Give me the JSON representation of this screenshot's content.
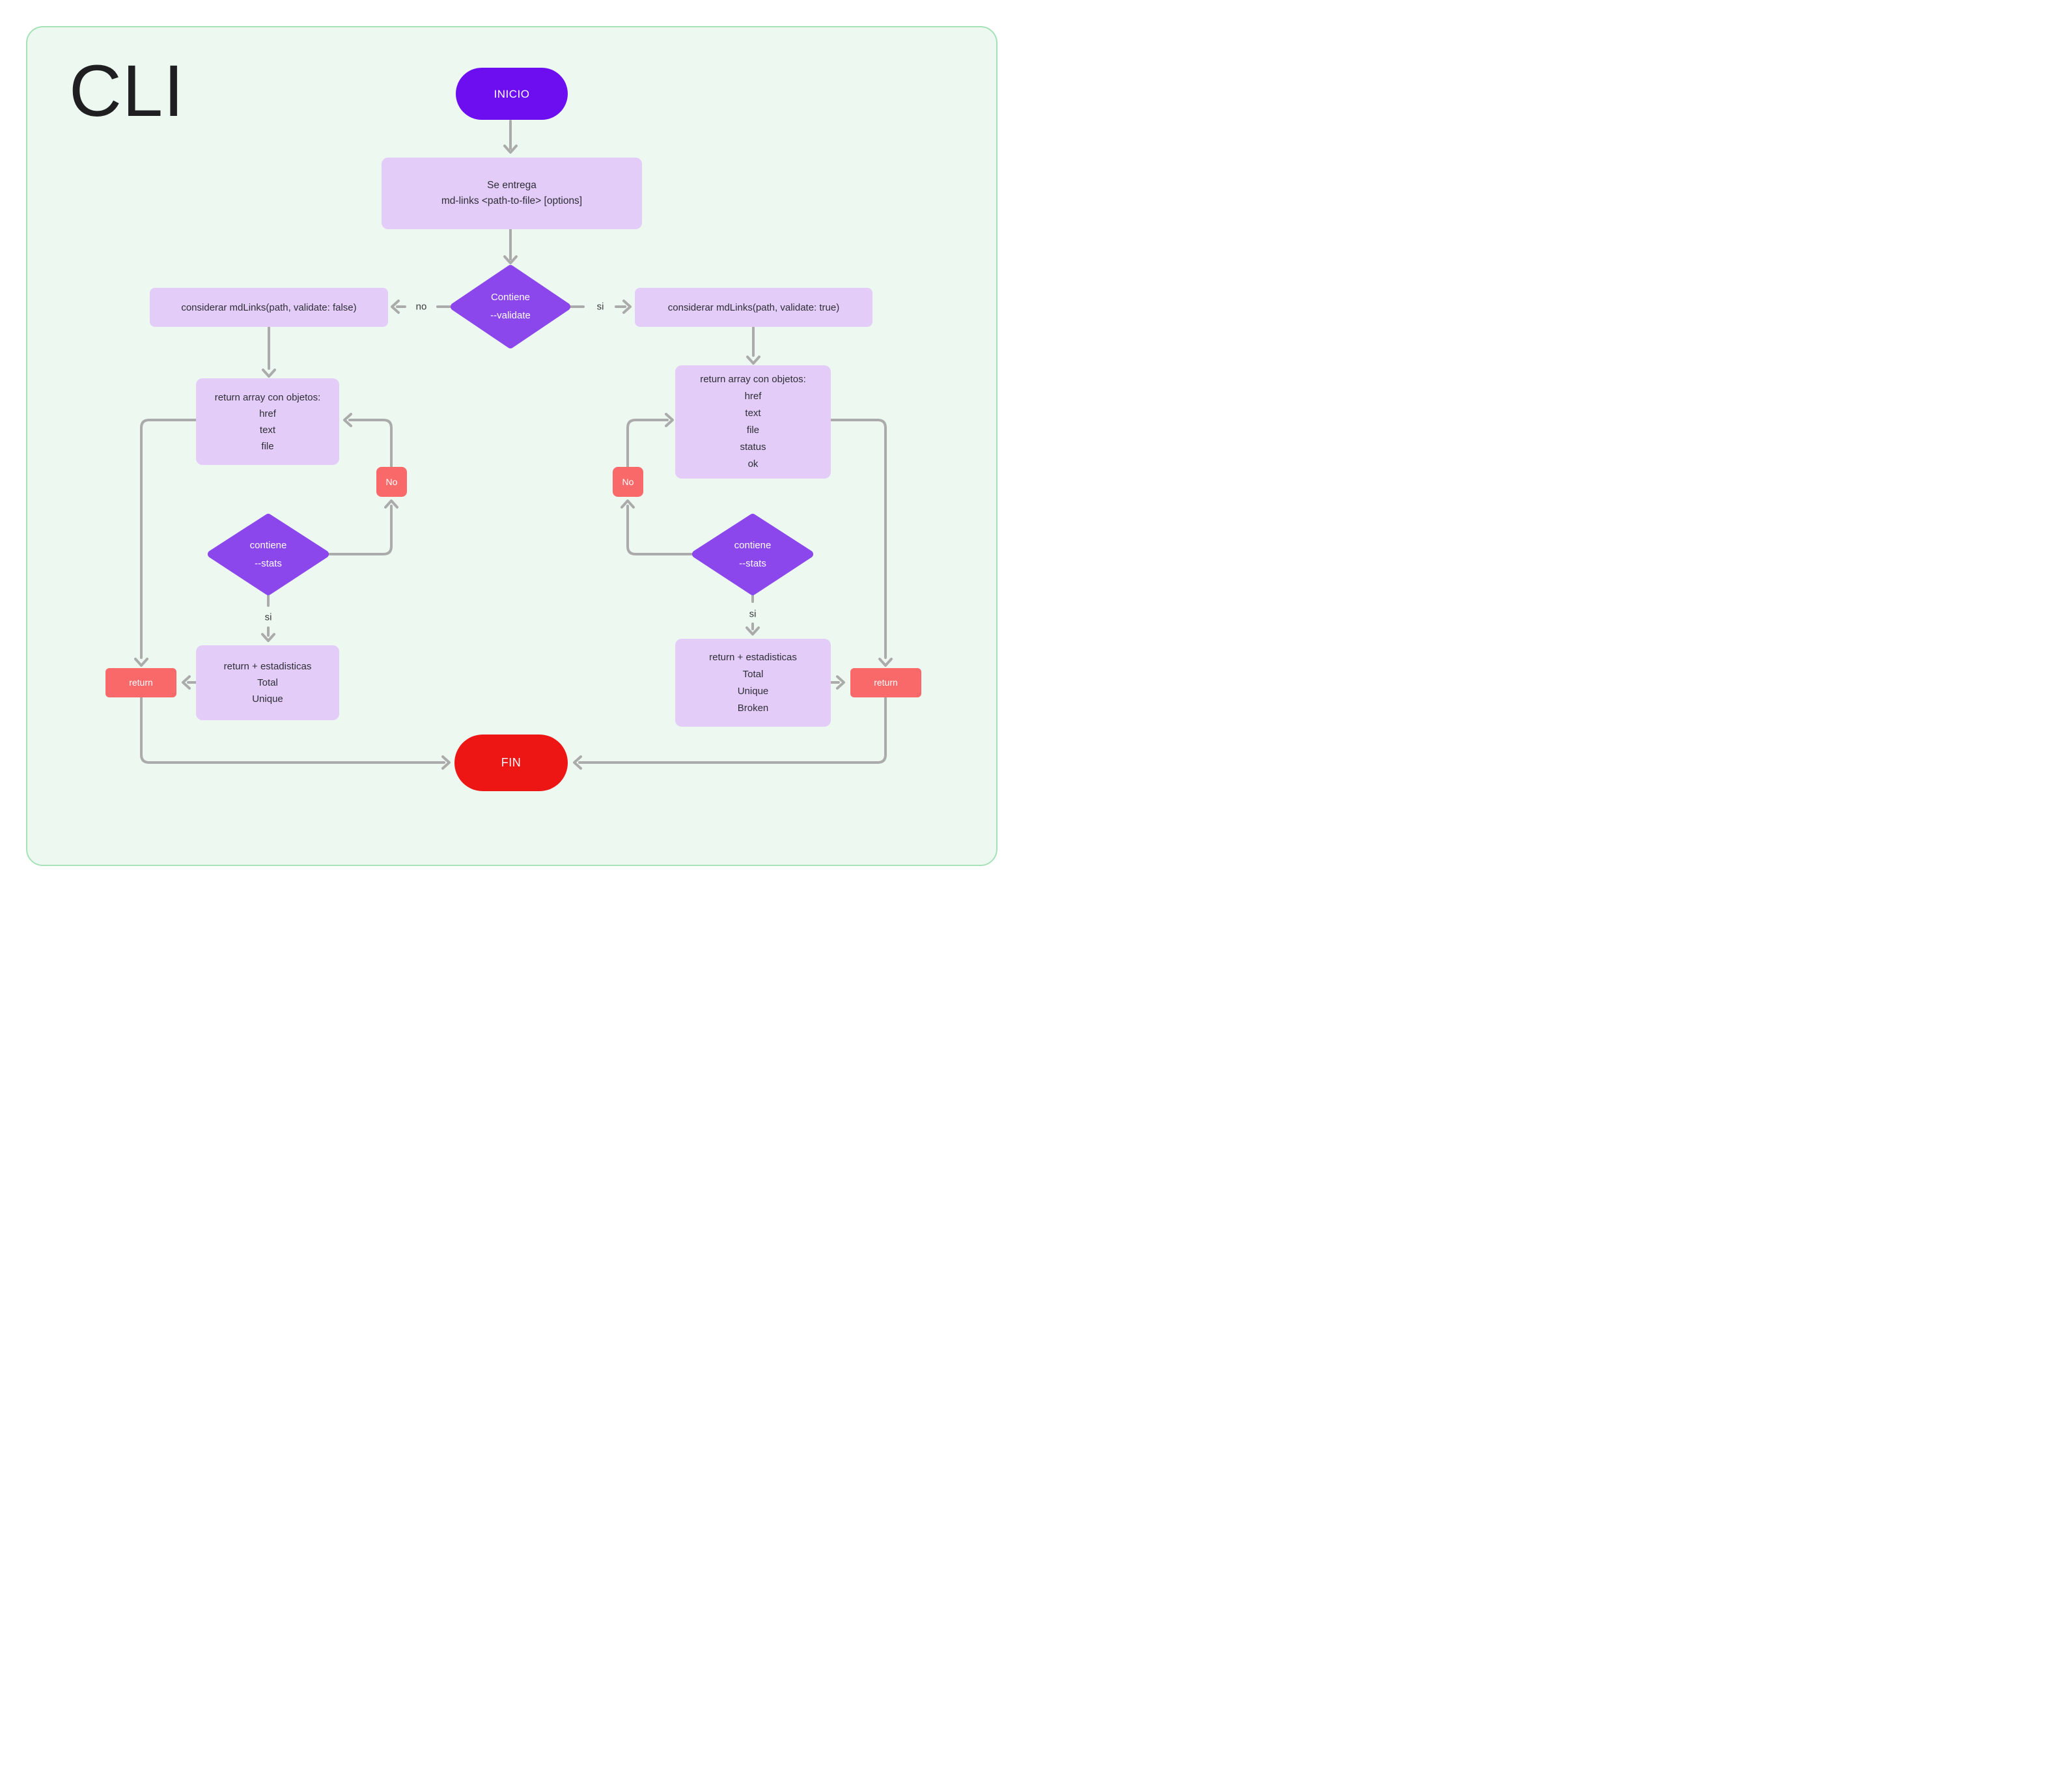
{
  "title": "CLI",
  "colors": {
    "panel_bg": "#ecf8f0",
    "panel_border": "#a5e2b8",
    "start_fill": "#6d0ef1",
    "decision_fill": "#8b46ec",
    "process_fill": "#e4ccf8",
    "tag_fill": "#f9696a",
    "end_fill": "#ee1515",
    "edge": "#ababab",
    "text_dark": "#2e2e36"
  },
  "nodes": {
    "start": "INICIO",
    "input": [
      "Se entrega",
      "md-links <path-to-file> [options]"
    ],
    "decision_validate": [
      "Contiene",
      "--validate"
    ],
    "end": "FIN"
  },
  "edges": {
    "no": "no",
    "si": "si"
  },
  "left": {
    "considerar": "considerar mdLinks(path, validate: false)",
    "return_array": [
      "return  array con objetos:",
      "href",
      "text",
      "file"
    ],
    "no_tag": "No",
    "decision_stats": [
      "contiene",
      "--stats"
    ],
    "si_label": "si",
    "stats": [
      "return + estadisticas",
      "Total",
      "Unique"
    ],
    "return_tag": "return"
  },
  "right": {
    "considerar": "considerar mdLinks(path, validate: true)",
    "return_array": [
      "return  array con objetos:",
      "href",
      "text",
      "file",
      "status",
      "ok"
    ],
    "no_tag": "No",
    "decision_stats": [
      "contiene",
      "--stats"
    ],
    "si_label": "si",
    "stats": [
      "return + estadisticas",
      "Total",
      "Unique",
      "Broken"
    ],
    "return_tag": "return"
  }
}
